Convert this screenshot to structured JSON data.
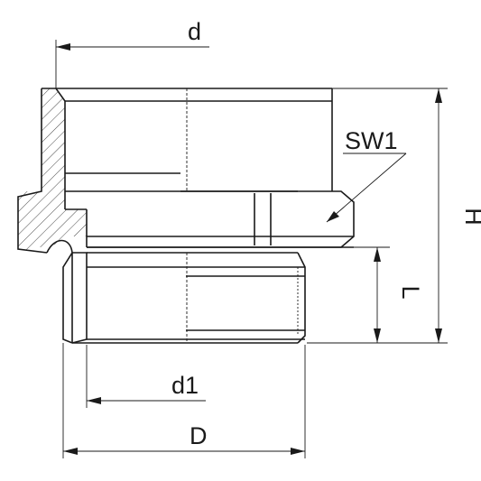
{
  "drawing": {
    "labels": {
      "d": "d",
      "sw1": "SW1",
      "h": "H",
      "l": "L",
      "d1": "d1",
      "big_d": "D"
    }
  }
}
